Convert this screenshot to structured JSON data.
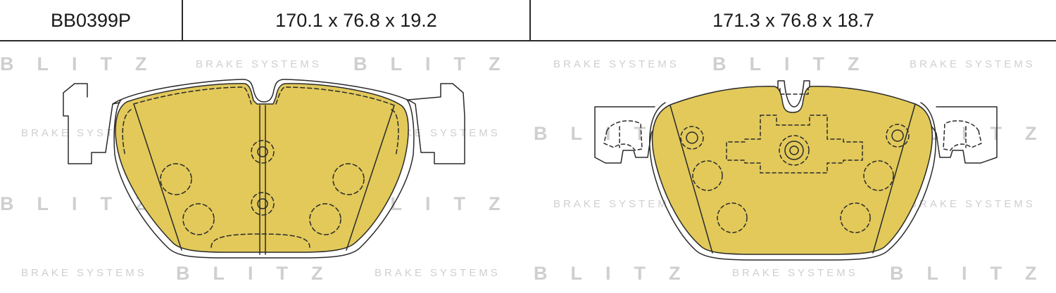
{
  "header": {
    "part_number": "BB0399P",
    "dims_left": "170.1 x 76.8 x 19.2",
    "dims_right": "171.3 x 76.8 x 18.7"
  },
  "watermark": {
    "brand": "BLITZ",
    "tagline": "BRAKE SYSTEMS"
  },
  "colors": {
    "friction": "#e2c95a",
    "outline": "#2a2a2a",
    "watermark": "#cfcfcf"
  }
}
